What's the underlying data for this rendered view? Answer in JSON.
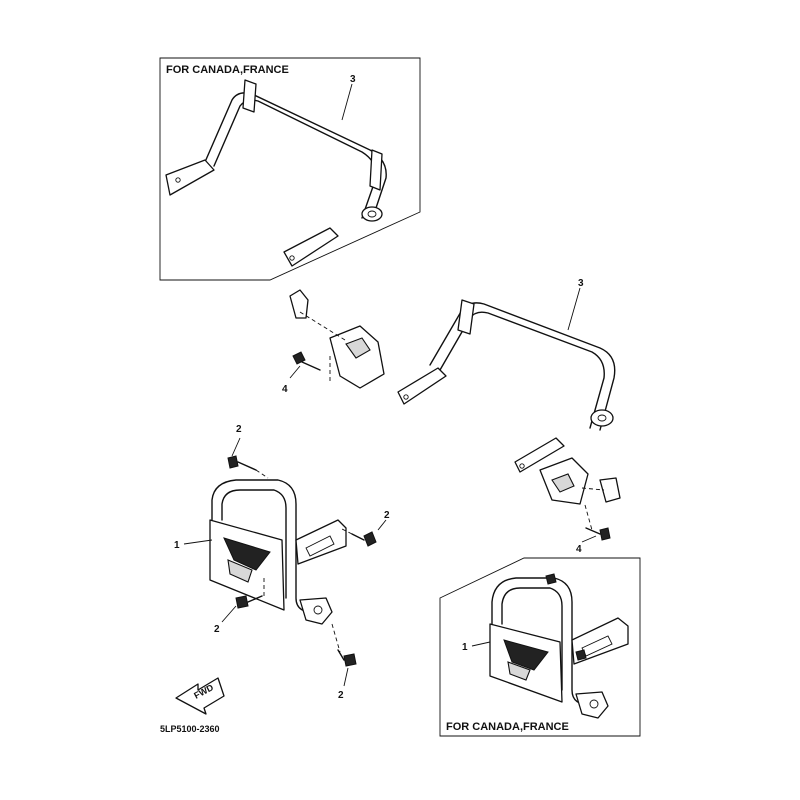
{
  "frames": {
    "top_left_label": "FOR CANADA,FRANCE",
    "bottom_right_label": "FOR CANADA,FRANCE"
  },
  "callouts": {
    "inset_top_grab_bar": "3",
    "main_grab_bar": "3",
    "bolt_left_bracket": "4",
    "bolt_right_bracket": "4",
    "bolt_upper_left": "2",
    "bolt_right_side": "2",
    "bolt_lower_left": "2",
    "bolt_lower_center": "2",
    "front_guard": "1",
    "inset_front_guard": "1"
  },
  "direction_badge": "FWD",
  "diagram_code": "5LP5100-2360"
}
